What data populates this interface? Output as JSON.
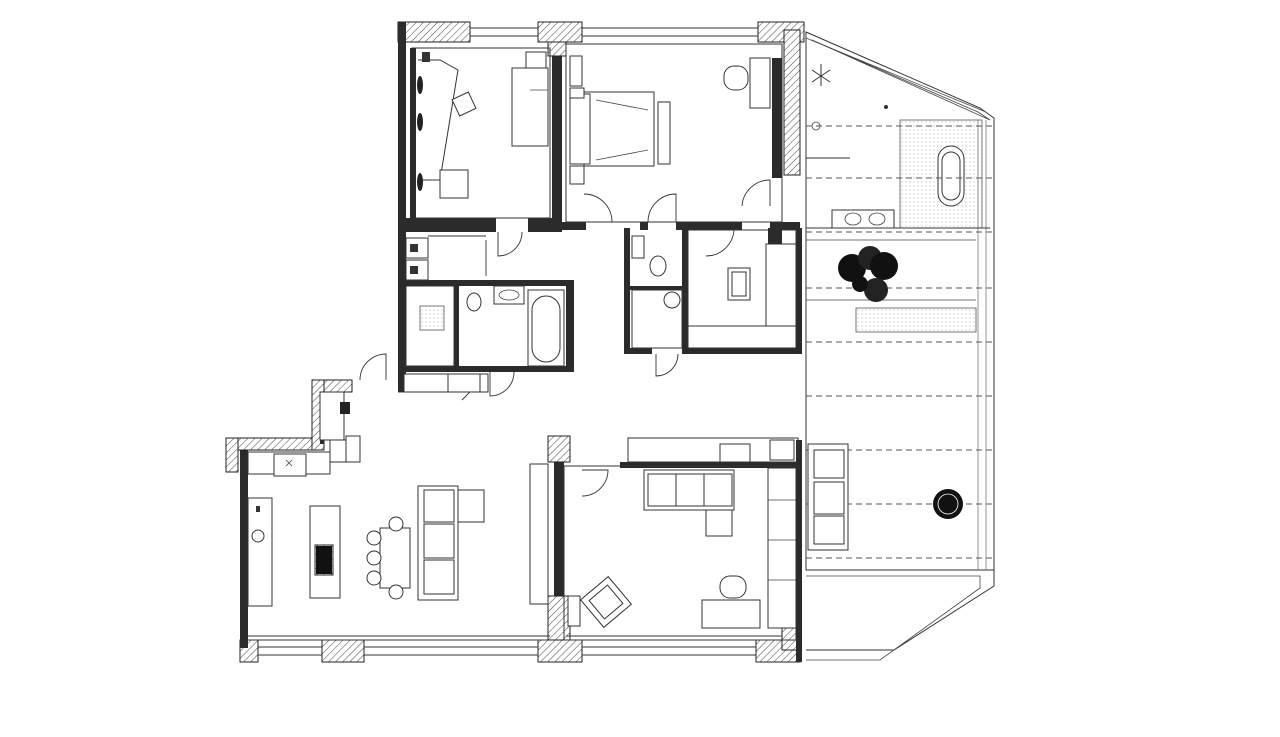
{
  "drawing": {
    "type": "architectural floor plan",
    "colors": {
      "wall": "#2b2b2b",
      "line": "#333333",
      "background": "#ffffff"
    },
    "rooms": [
      {
        "id": "study",
        "furniture": [
          "desk",
          "chair",
          "bookshelf",
          "armchair"
        ]
      },
      {
        "id": "master-bedroom",
        "furniture": [
          "double-bed",
          "nightstand",
          "bench",
          "armchair"
        ]
      },
      {
        "id": "bathroom-1",
        "furniture": [
          "bathtub",
          "toilet",
          "sink",
          "washer"
        ]
      },
      {
        "id": "bathroom-2",
        "furniture": [
          "toilet",
          "shower"
        ]
      },
      {
        "id": "walk-in-closet",
        "furniture": [
          "ottoman",
          "shelving"
        ]
      },
      {
        "id": "hallway",
        "furniture": [
          "coat-closet"
        ]
      },
      {
        "id": "kitchen-dining",
        "furniture": [
          "kitchen-island",
          "cooktop",
          "dining-table",
          "chairs",
          "sink",
          "sofa"
        ]
      },
      {
        "id": "living-room",
        "furniture": [
          "sectional-sofa",
          "ottoman",
          "armchair",
          "desk",
          "chair",
          "tv-console"
        ]
      },
      {
        "id": "terrace",
        "furniture": [
          "bathtub",
          "double-sink",
          "planter-tree",
          "sofa",
          "round-chair",
          "shower"
        ]
      }
    ]
  }
}
